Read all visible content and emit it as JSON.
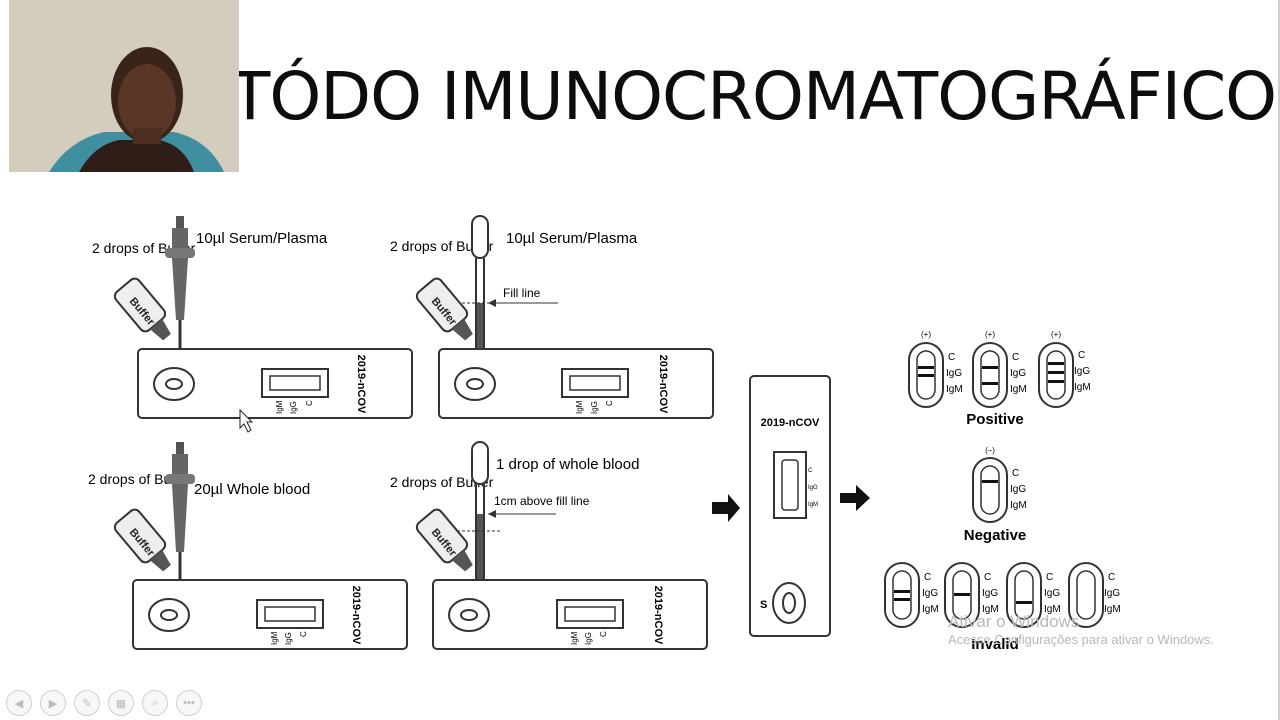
{
  "slide": {
    "title": "TÓDO IMUNOCROMATOGRÁFICO"
  },
  "diagram": {
    "step1": {
      "buffer_label": "2 drops of Buffer",
      "sample_label": "10µl Serum/Plasma",
      "bottle_text": "Buffer",
      "cassette_text": "2019-nCOV"
    },
    "step2": {
      "buffer_label": "2 drops of Buffer",
      "sample_label": "10µl Serum/Plasma",
      "fill_line": "Fill line",
      "bottle_text": "Buffer",
      "cassette_text": "2019-nCOV"
    },
    "step3": {
      "buffer_label": "2 drops of Buffer",
      "sample_label": "20µl Whole blood",
      "bottle_text": "Buffer",
      "cassette_text": "2019-nCOV"
    },
    "step4": {
      "buffer_label": "2 drops of Buffer",
      "sample_label": "1 drop of whole blood",
      "fill_line": "1cm above  fill line",
      "bottle_text": "Buffer",
      "cassette_text": "2019-nCOV"
    },
    "strip_labels": {
      "c": "C",
      "igg": "IgG",
      "igm": "IgM",
      "s": "S"
    },
    "vertical_cassette": "2019-nCOV",
    "results": {
      "positive_label": "Positive",
      "negative_label": "Negative",
      "invalid_label": "Invalid",
      "positive_sign": "(+)",
      "negative_sign": "(–)"
    }
  },
  "watermark": {
    "line1": "Ativar o Windows",
    "line2": "Acesse Configurações para ativar o Windows."
  },
  "controls": [
    "prev-icon",
    "next-icon",
    "pen-icon",
    "slides-icon",
    "zoom-icon",
    "more-icon"
  ],
  "colors": {
    "ink": "#1a1a1a",
    "watermark": "#b8b8b8"
  }
}
